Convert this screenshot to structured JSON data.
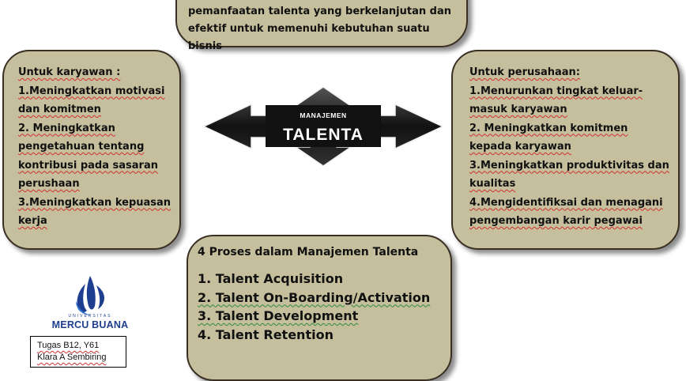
{
  "top_box": {
    "lines": [
      "pemanfaatan  talenta yang berkelanjutan dan",
      "efektif untuk memenuhi kebutuhan suatu bisnis"
    ]
  },
  "center": {
    "small_label": "MANAJEMEN",
    "big_label": "TALENTA"
  },
  "left_box": {
    "heading": "Untuk karyawan :",
    "items": [
      "1.Meningkatkan motivasi dan komitmen",
      "2. Meningkatkan pengetahuan tentang kontribusi pada sasaran perushaan",
      "3.Meningkatkan kepuasan kerja"
    ]
  },
  "right_box": {
    "heading": "Untuk perusahaan:",
    "items": [
      "1.Menurunkan tingkat keluar-masuk karyawan",
      "2. Meningkatkan komitmen kepada karyawan",
      "3.Meningkatkan produktivitas dan kualitas",
      "4.Mengidentifiksai dan menagani pengembangan karir pegawai"
    ]
  },
  "bottom_box": {
    "title": "4 Proses dalam Manajemen  Talenta",
    "processes": [
      "1. Talent Acquisition",
      "2. Talent On-Boarding/Activation",
      "3. Talent Development",
      "4.  Talent Retention"
    ]
  },
  "logo": {
    "subtitle": "UNIVERSITAS",
    "name": "MERCU BUANA",
    "color": "#1e3e8f"
  },
  "note": {
    "line1": "Tugas B12, Y61",
    "line2": "Klara A Sembiring"
  },
  "colors": {
    "box_fill": "#c6bf9d",
    "box_border": "#3a2f22",
    "arrow_fill": "#111111"
  }
}
